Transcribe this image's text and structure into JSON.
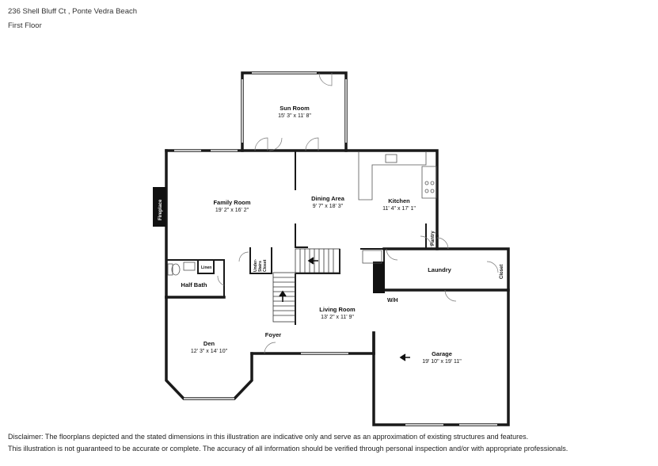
{
  "header": {
    "address": "236 Shell Bluff Ct , Ponte Vedra Beach",
    "floor": "First Floor"
  },
  "rooms": {
    "sun_room": {
      "name": "Sun Room",
      "dims": "15' 3\" x 11' 8\""
    },
    "family_room": {
      "name": "Family Room",
      "dims": "19' 2\" x 16' 2\""
    },
    "dining_area": {
      "name": "Dining Area",
      "dims": "9' 7\" x 18' 3\""
    },
    "kitchen": {
      "name": "Kitchen",
      "dims": "11' 4\" x 17' 1\""
    },
    "laundry": {
      "name": "Laundry"
    },
    "half_bath": {
      "name": "Half Bath"
    },
    "den": {
      "name": "Den",
      "dims": "12' 3\" x 14' 10\""
    },
    "foyer": {
      "name": "Foyer"
    },
    "living_room": {
      "name": "Living Room",
      "dims": "13' 2\" x 11' 9\""
    },
    "garage": {
      "name": "Garage",
      "dims": "19' 10\" x 19' 11\""
    }
  },
  "labels": {
    "fireplace": "Fireplace",
    "pantry": "Pantry",
    "closet": "Closet",
    "linen": "Linen",
    "under_stairs_1": "Under-",
    "under_stairs_2": "Stairs",
    "under_stairs_3": "Closet",
    "wh": "W/H"
  },
  "disclaimer": {
    "line1": "Disclaimer: The floorplans depicted and the stated dimensions in this illustration are indicative only and serve as an approximation of existing structures and features.",
    "line2": "This illustration is not guaranteed to be accurate or complete. The accuracy of all information should be verified through personal inspection and/or with appropriate professionals."
  }
}
